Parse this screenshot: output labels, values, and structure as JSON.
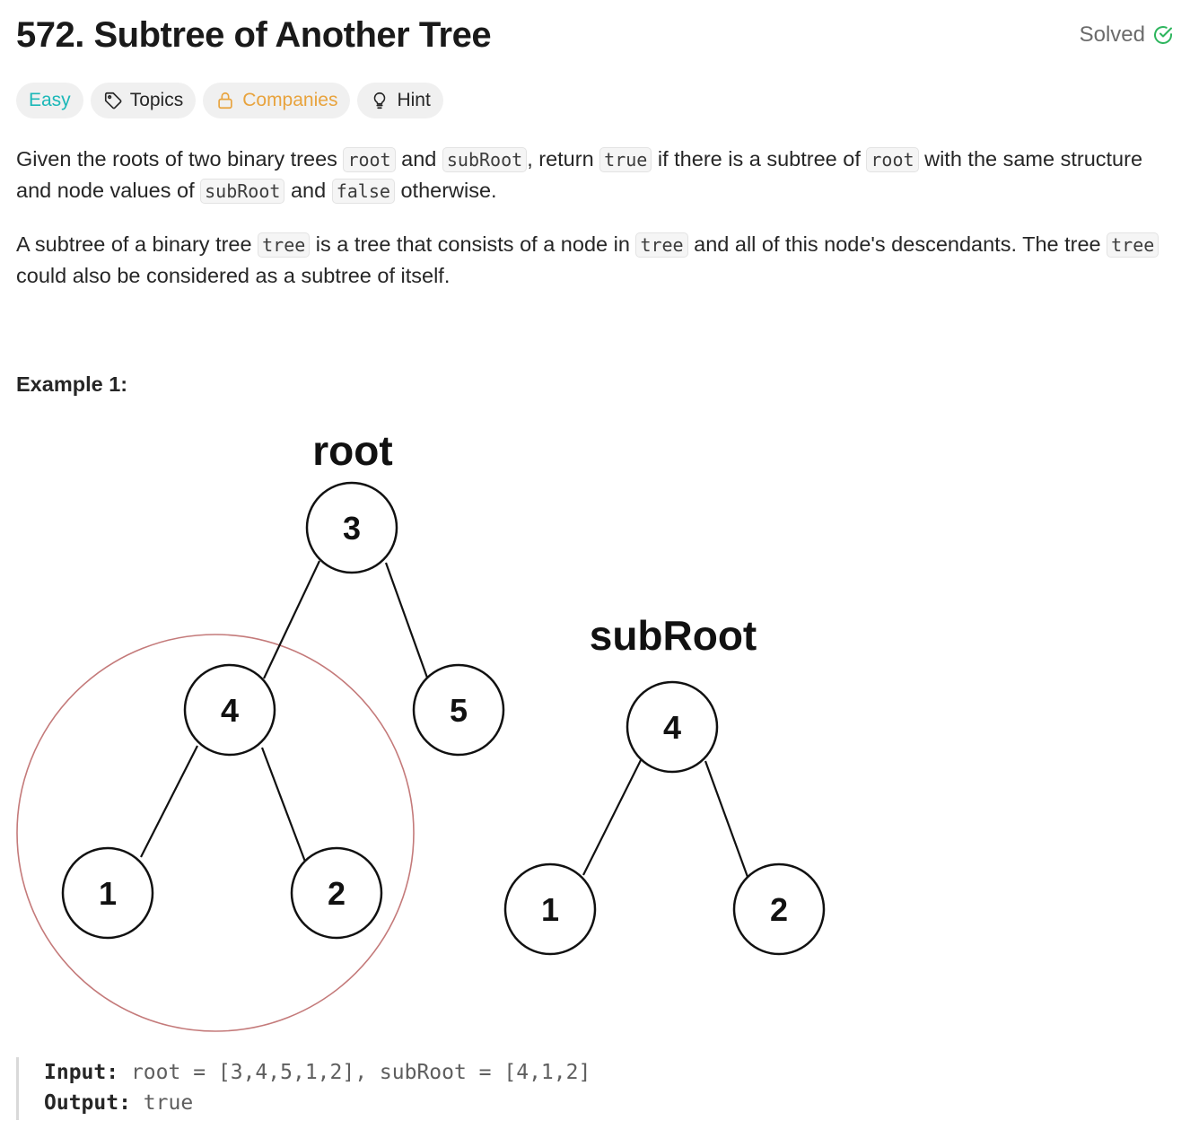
{
  "problem": {
    "title": "572. Subtree of Another Tree",
    "status": "Solved",
    "status_color": "#2db55d"
  },
  "tags": {
    "difficulty": "Easy",
    "topics": "Topics",
    "companies": "Companies",
    "hint": "Hint",
    "difficulty_color": "#1cb8b8",
    "companies_color": "#e8a33d",
    "icons": [
      "tag-icon",
      "lock-icon",
      "lightbulb-icon"
    ]
  },
  "description": {
    "p1": {
      "t1": "Given the roots of two binary trees ",
      "c1": "root",
      "t2": " and ",
      "c2": "subRoot",
      "t3": ", return ",
      "c3": "true",
      "t4": " if there is a subtree of ",
      "c4": "root",
      "t5": " with the same structure and node values of ",
      "c5": "subRoot",
      "t6": " and ",
      "c6": "false",
      "t7": " otherwise."
    },
    "p2": {
      "t1": "A subtree of a binary tree ",
      "c1": "tree",
      "t2": " is a tree that consists of a node in ",
      "c2": "tree",
      "t3": " and all of this node's descendants. The tree ",
      "c3": "tree",
      "t4": " could also be considered as a subtree of itself."
    }
  },
  "example1": {
    "title": "Example 1:",
    "diagram": {
      "root_label": "root",
      "subroot_label": "subRoot",
      "root_nodes": [
        "3",
        "4",
        "5",
        "1",
        "2"
      ],
      "subroot_nodes": [
        "4",
        "1",
        "2"
      ],
      "highlight_color": "#c47a7a"
    },
    "input_label": "Input:",
    "input_value": "root = [3,4,5,1,2], subRoot = [4,1,2]",
    "output_label": "Output:",
    "output_value": "true"
  }
}
